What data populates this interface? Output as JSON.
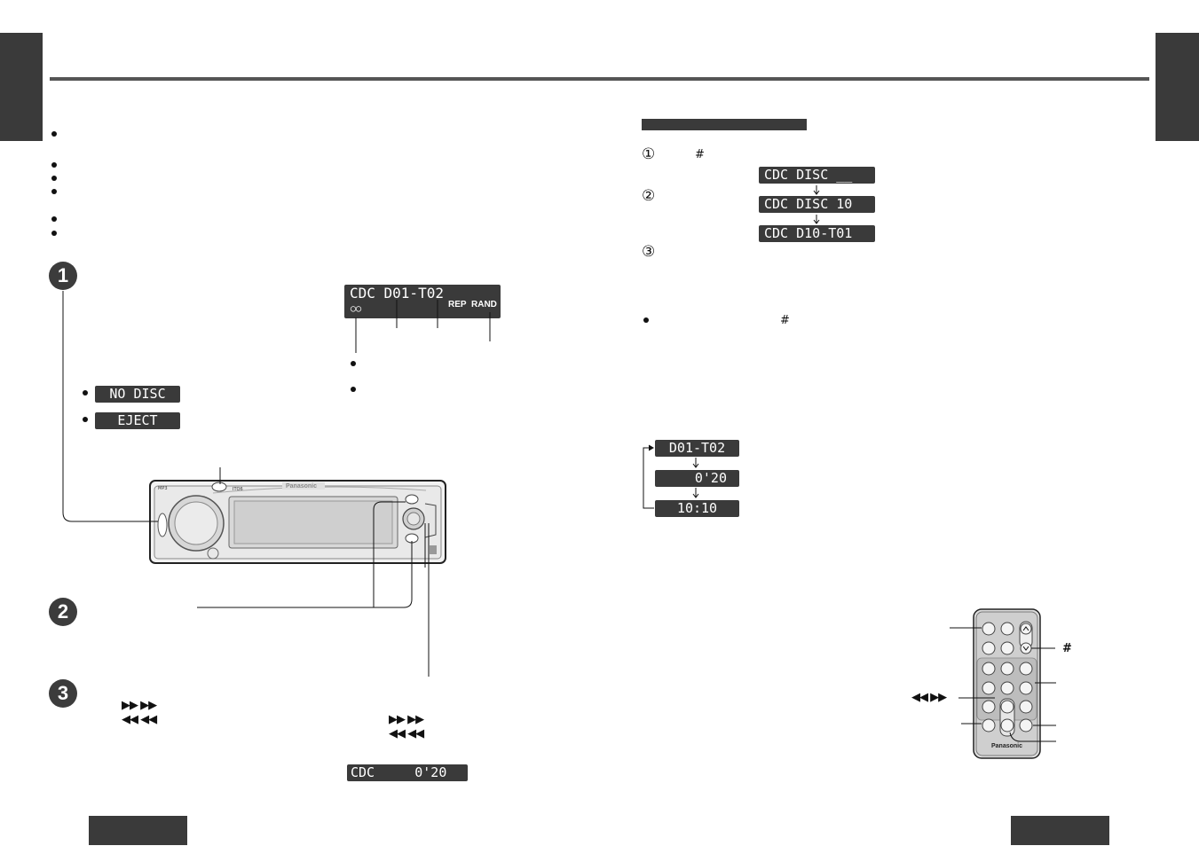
{
  "page": {
    "left_tab_color": "#3a3a3a",
    "rule_color": "#555555"
  },
  "steps": {
    "one": "1",
    "two": "2",
    "three": "3"
  },
  "main_display": {
    "text": "CDC D01-T02",
    "indicators": [
      "REP",
      "RAND"
    ]
  },
  "warnings": {
    "no_disc": "NO DISC",
    "eject": "EJECT"
  },
  "direct_select": {
    "step_marks": [
      "①",
      "②",
      "③"
    ],
    "hash_mark": "#",
    "screens": [
      "CDC DISC __",
      "CDC DISC 10",
      "CDC D10-T01"
    ],
    "note_hash": "#"
  },
  "time_display": {
    "items": [
      "D01-T02",
      "0'20",
      "10:10"
    ]
  },
  "seek": {
    "forward": "▶▶ ▶▶",
    "backward": "◀◀ ◀◀",
    "display": "CDC     0'20"
  },
  "remote": {
    "brand": "Panasonic",
    "hash_label": "#",
    "seek_label": "◀◀ ▶▶"
  },
  "head_unit": {
    "brand": "Panasonic"
  }
}
